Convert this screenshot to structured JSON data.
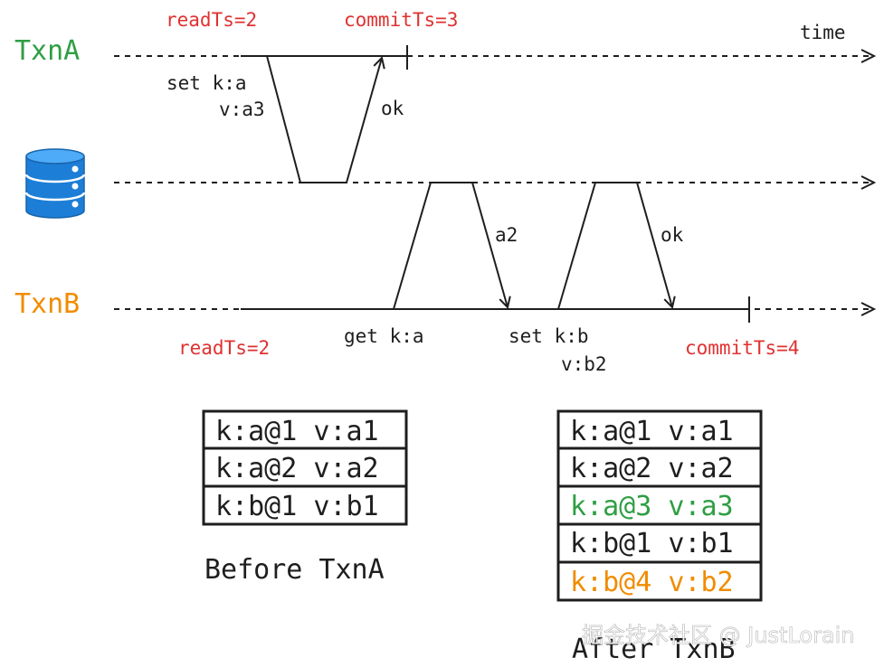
{
  "colors": {
    "green": "#2f9e44",
    "orange": "#f08c00",
    "red": "#e03131",
    "ink": "#1e1e1e",
    "db_blue": "#1c7ed6"
  },
  "timeline": {
    "time_label": "time",
    "txn_a": {
      "name": "TxnA",
      "read_ts": "readTs=2",
      "commit_ts": "commitTs=3",
      "set_line1": "set k:a",
      "set_line2": "v:a3",
      "ok_label": "ok"
    },
    "db": {
      "icon": "database-icon"
    },
    "txn_b": {
      "name": "TxnB",
      "read_ts": "readTs=2",
      "commit_ts": "commitTs=4",
      "get_label": "get k:a",
      "get_reply": "a2",
      "set_line1": "set k:b",
      "set_line2": "v:b2",
      "ok_label": "ok"
    }
  },
  "tables": {
    "before": {
      "caption": "Before TxnA",
      "rows": [
        {
          "text": "k:a@1 v:a1",
          "color": "ink"
        },
        {
          "text": "k:a@2 v:a2",
          "color": "ink"
        },
        {
          "text": "k:b@1 v:b1",
          "color": "ink"
        }
      ]
    },
    "after": {
      "caption": "After TxnB",
      "rows": [
        {
          "text": "k:a@1 v:a1",
          "color": "ink"
        },
        {
          "text": "k:a@2 v:a2",
          "color": "ink"
        },
        {
          "text": "k:a@3 v:a3",
          "color": "green"
        },
        {
          "text": "k:b@1 v:b1",
          "color": "ink"
        },
        {
          "text": "k:b@4 v:b2",
          "color": "orange"
        }
      ]
    }
  },
  "watermark": "掘金技术社区 @ JustLorain"
}
